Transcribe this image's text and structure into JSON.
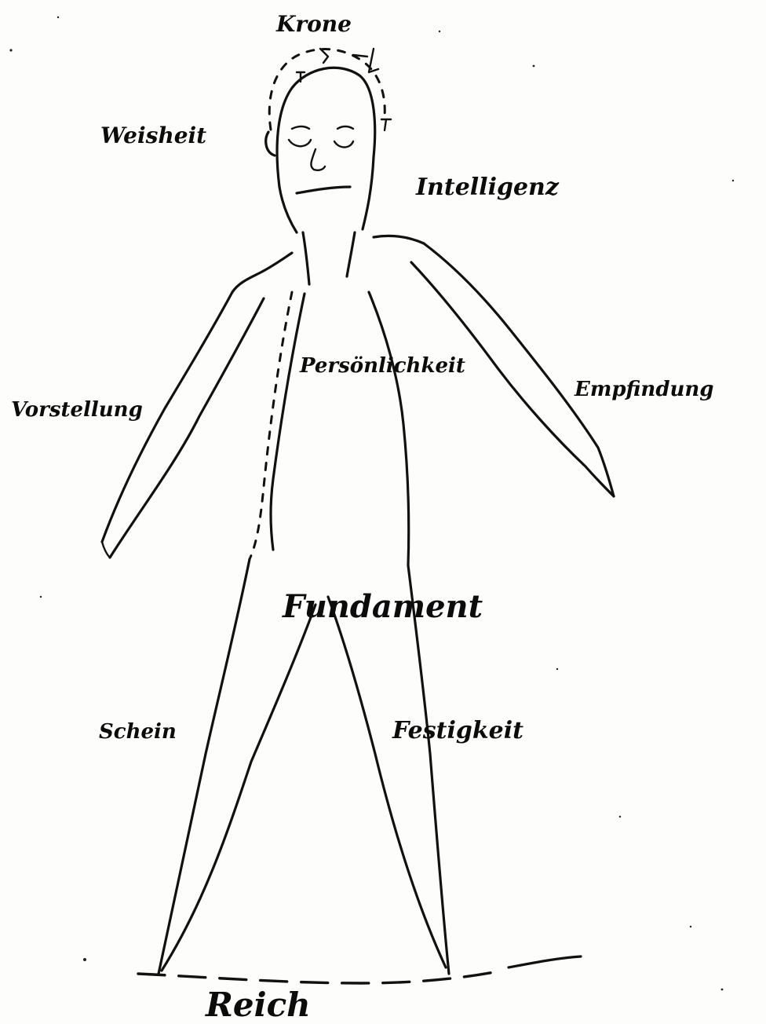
{
  "labels": {
    "krone": "Krone",
    "weisheit": "Weisheit",
    "intelligenz": "Intelligenz",
    "persoenlichkeit": "Persönlichkeit",
    "vorstellung": "Vorstellung",
    "empfindung": "Empfindung",
    "fundament": "Fundament",
    "schein": "Schein",
    "festigkeit": "Festigkeit",
    "reich": "Reich"
  },
  "ink_color": "#111111",
  "paper_color": "#fdfdfb"
}
